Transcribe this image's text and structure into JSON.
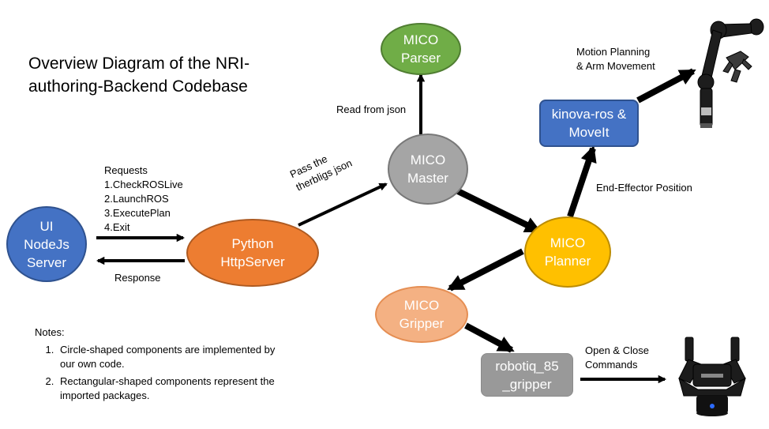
{
  "title": "Overview Diagram of the NRI-authoring-Backend Codebase",
  "nodes": {
    "ui_server": "UI\nNodeJs\nServer",
    "python_server": "Python\nHttpServer",
    "mico_master": "MICO\nMaster",
    "mico_parser": "MICO\nParser",
    "mico_planner": "MICO\nPlanner",
    "mico_gripper": "MICO\nGripper",
    "kinova_ros": "kinova-ros &\nMoveIt",
    "robotiq": "robotiq_85\n_gripper"
  },
  "edges": {
    "requests": "Requests\n1.CheckROSLive\n2.LaunchROS\n3.ExecutePlan\n4.Exit",
    "response": "Response",
    "pass_therbligs": "Pass the\ntherbligs json",
    "read_json": "Read from json",
    "end_effector": "End-Effector Position",
    "motion_planning": "Motion Planning\n& Arm Movement",
    "open_close": "Open & Close\nCommands"
  },
  "notes": {
    "heading": "Notes:",
    "items": [
      "Circle-shaped components are implemented by our own code.",
      "Rectangular-shaped components represent the imported packages."
    ]
  },
  "colors": {
    "blue": "#4472C4",
    "orange": "#ED7D31",
    "gray": "#A5A5A5",
    "green": "#70AD47",
    "gold": "#FFC000",
    "salmon": "#F4B183",
    "rect_gray": "#999999"
  }
}
